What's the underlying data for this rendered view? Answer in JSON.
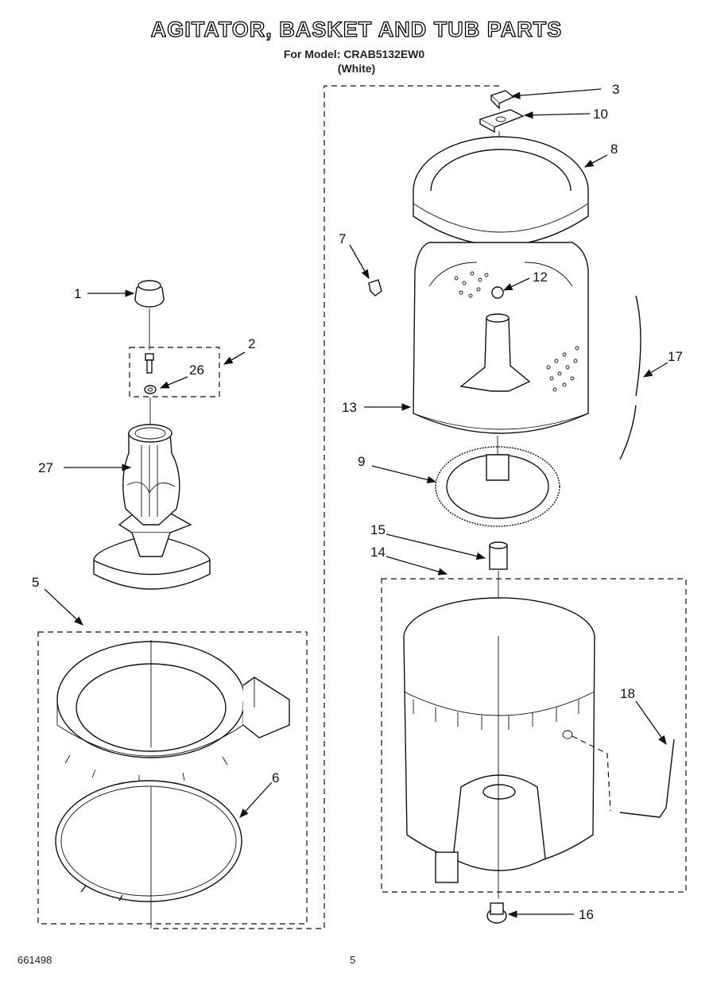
{
  "header": {
    "title": "AGITATOR, BASKET AND TUB PARTS",
    "model_line": "For Model: CRAB5132EW0",
    "color_line": "(White)"
  },
  "footer": {
    "doc_number": "661498",
    "page_number": "5"
  },
  "callouts": [
    "1",
    "2",
    "26",
    "27",
    "5",
    "6",
    "3",
    "10",
    "8",
    "7",
    "12",
    "17",
    "13",
    "9",
    "15",
    "14",
    "18",
    "16"
  ]
}
